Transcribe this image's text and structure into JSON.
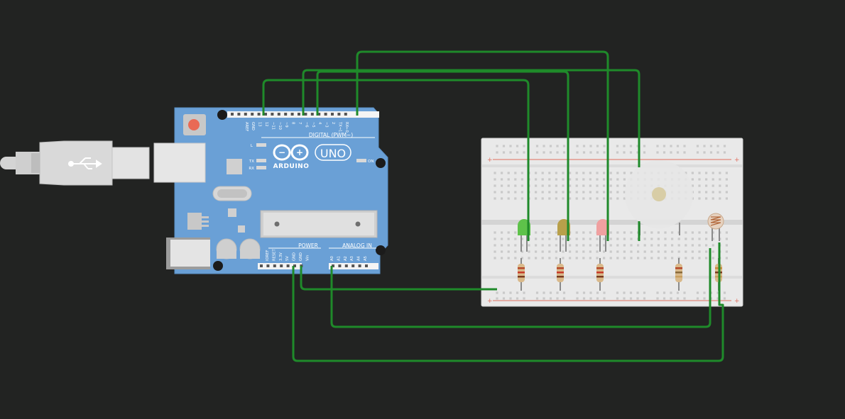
{
  "workspace": {
    "background": "#222322"
  },
  "arduino": {
    "board_color": "#6aa0d6",
    "board_edge": "#5b90c6",
    "brand": "ARDUINO",
    "model": "UNO",
    "digital_label": "DIGITAL (PWM~)",
    "power_label": "POWER",
    "analog_label": "ANALOG IN",
    "led_l": "L",
    "led_tx": "TX",
    "led_rx": "RX",
    "led_on": "ON",
    "digital_pins": [
      "AREF",
      "GND",
      "13",
      "12",
      "~11",
      "~10",
      "~9",
      "8",
      "7",
      "~6",
      "~5",
      "4",
      "~3",
      "2",
      "TX→1",
      "RX←0"
    ],
    "power_pins": [
      "IOREF",
      "RESET",
      "3.3V",
      "5V",
      "GND",
      "GND",
      "Vin"
    ],
    "analog_pins": [
      "A0",
      "A1",
      "A2",
      "A3",
      "A4",
      "A5"
    ]
  },
  "usb_cable": {
    "icon": "usb-icon",
    "color": "#d8d8d8"
  },
  "breadboard": {
    "color": "#e9e9e9",
    "rail_red": "#e07060",
    "plus": "+"
  },
  "components": {
    "leds": [
      {
        "name": "green-led",
        "color": "#5ec24a"
      },
      {
        "name": "yellow-led",
        "color": "#b8a04a"
      },
      {
        "name": "red-led",
        "color": "#f0a0a0"
      }
    ],
    "buzzer": {
      "name": "piezo-buzzer",
      "color": "#e8e8e8"
    },
    "photoresistor": {
      "name": "photoresistor",
      "color": "#d9a27a"
    }
  },
  "wires": {
    "color": "#1f8a2a"
  }
}
